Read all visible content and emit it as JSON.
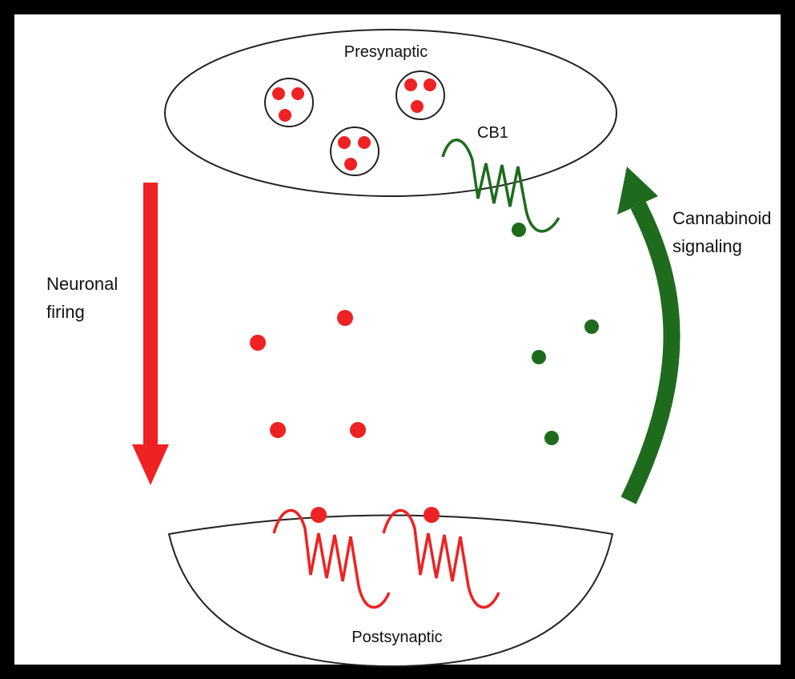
{
  "labels": {
    "presynaptic": "Presynaptic",
    "postsynaptic": "Postsynaptic",
    "receptor": "CB1",
    "left_arrow_line1": "Neuronal",
    "left_arrow_line2": "firing",
    "right_arrow_line1": "Cannabinoid",
    "right_arrow_line2": "signaling"
  },
  "colors": {
    "background": "#000000",
    "panel": "#ffffff",
    "neurotransmitter": "#ee2222",
    "cannabinoid": "#1e6b1e",
    "membrane": "#222222"
  },
  "counts": {
    "vesicles": 3,
    "free_neurotransmitters": 4,
    "free_cannabinoids": 3,
    "postsynaptic_receptors": 2
  }
}
